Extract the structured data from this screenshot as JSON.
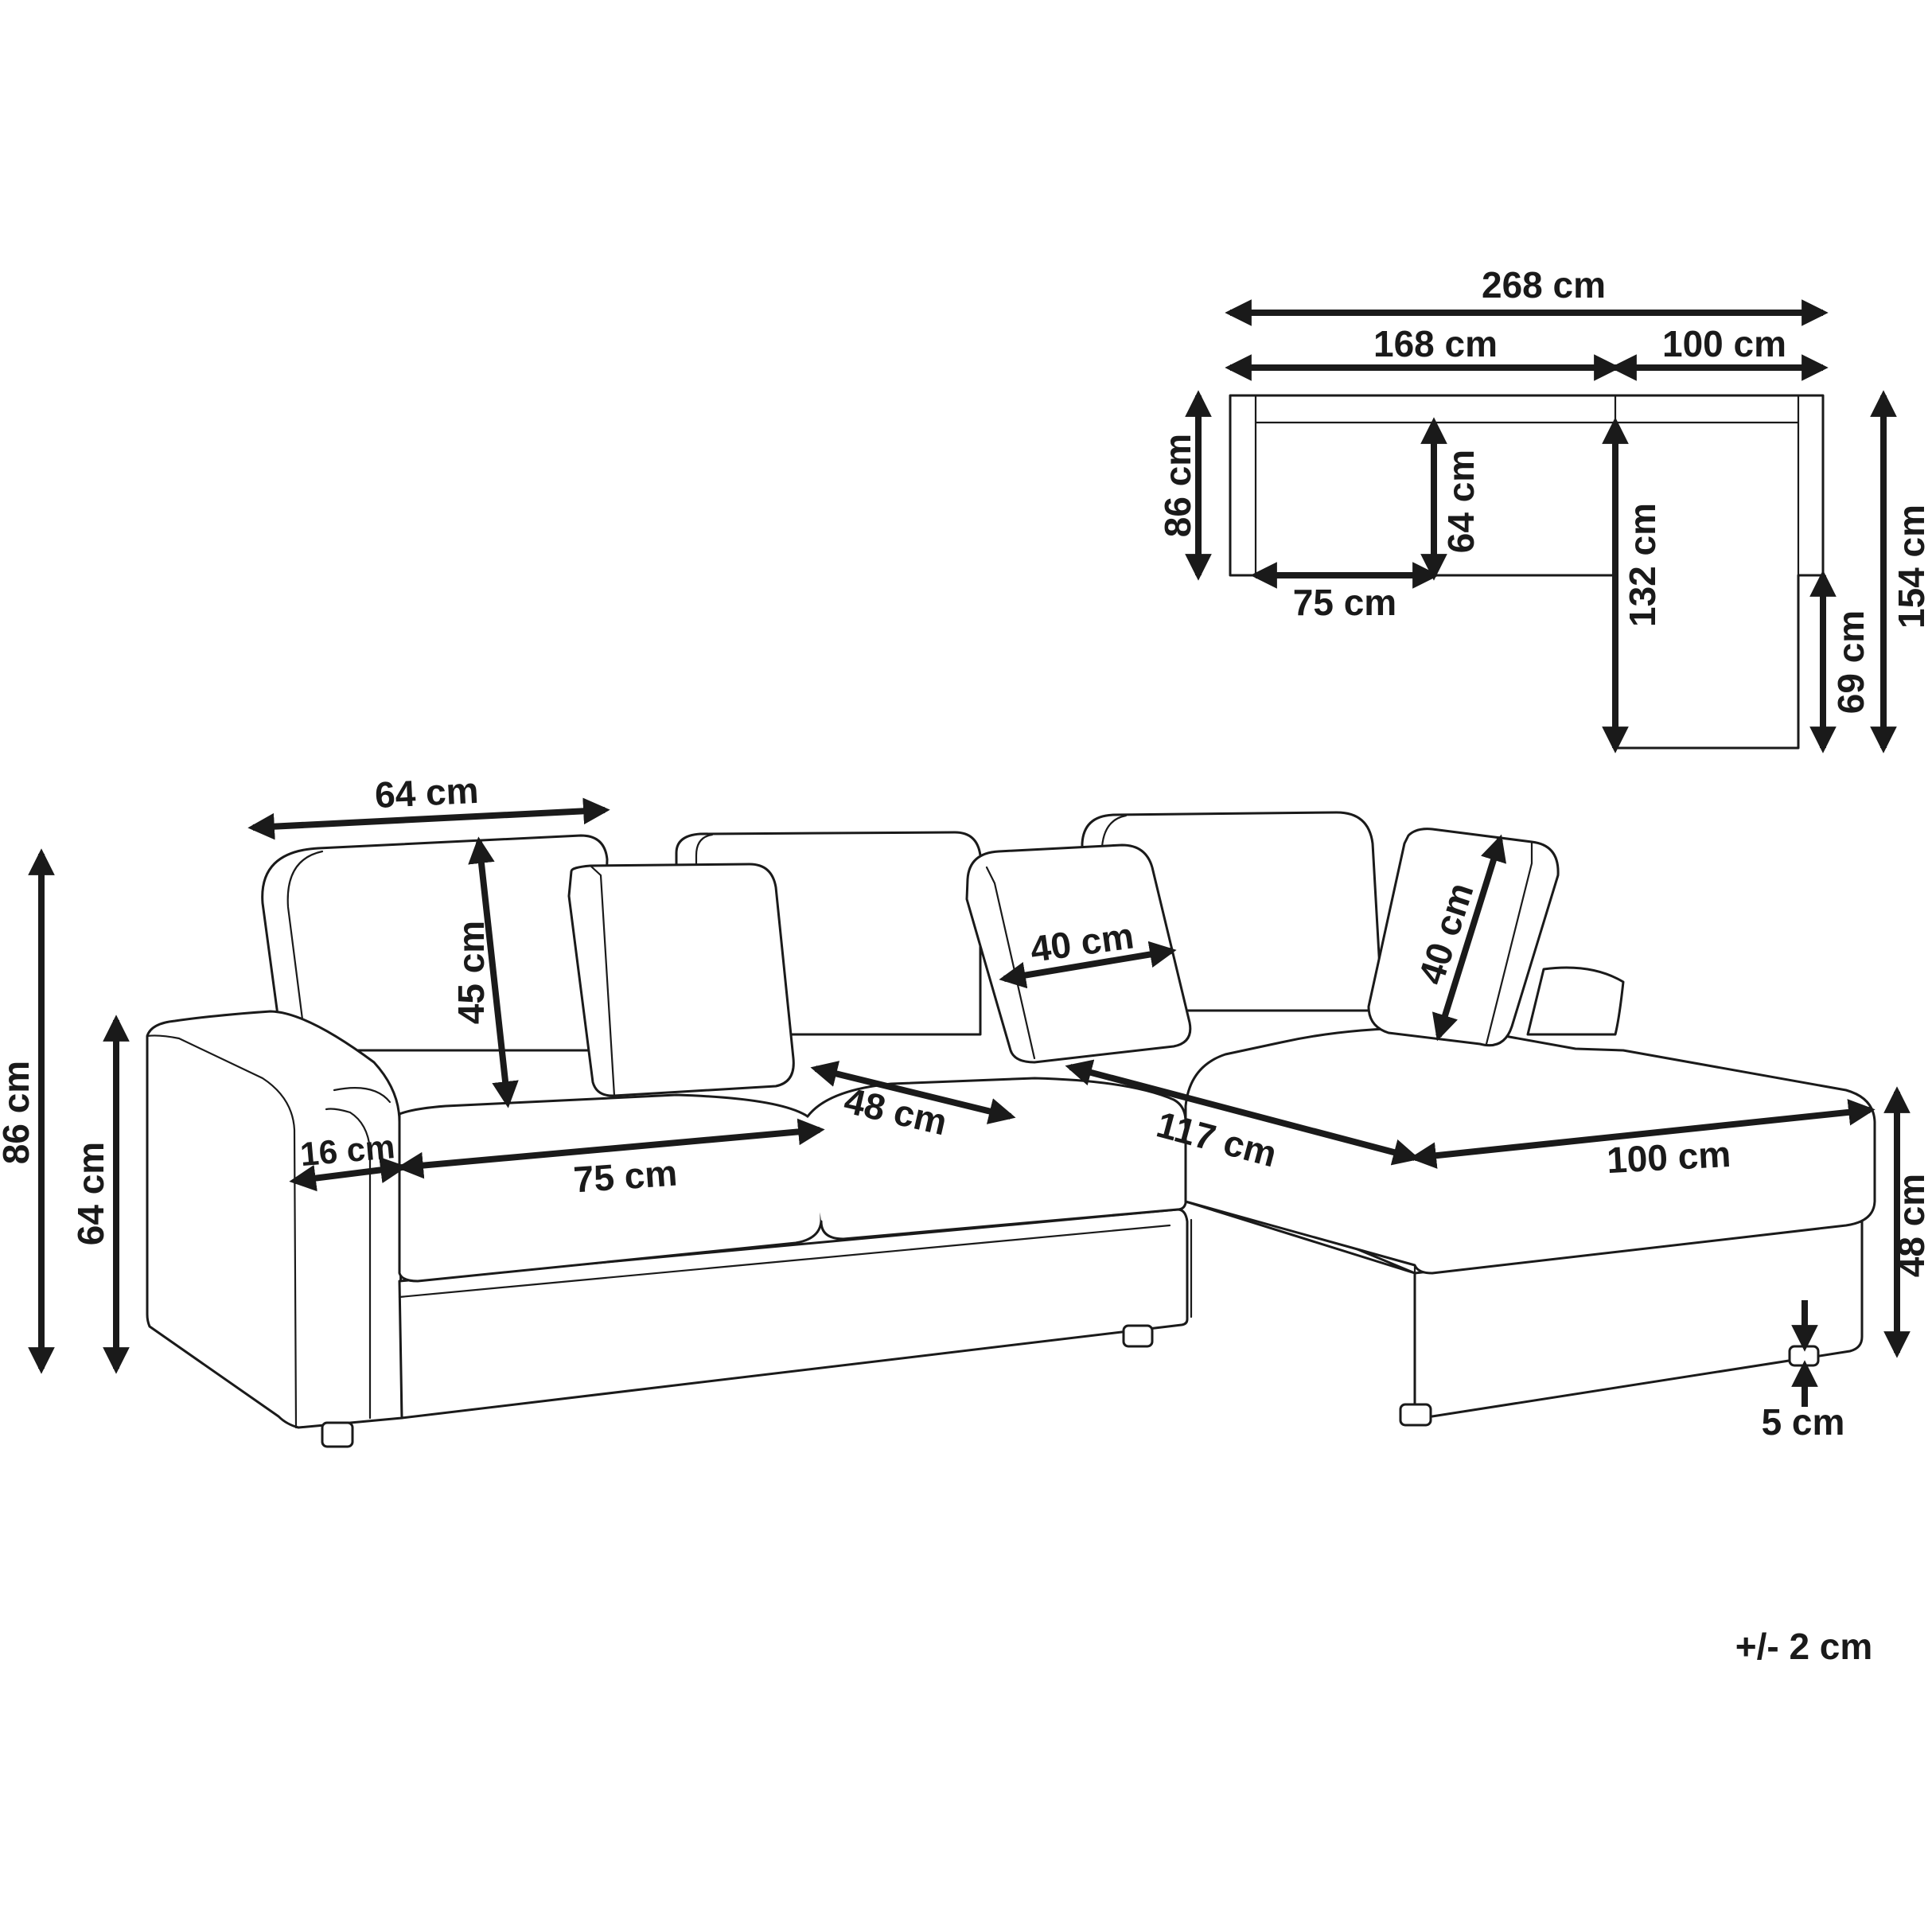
{
  "diagram": {
    "top_view": {
      "total_width": "268 cm",
      "main_width": "168 cm",
      "chaise_width": "100 cm",
      "main_depth": "86 cm",
      "seat_depth": "64 cm",
      "seat_width": "75 cm",
      "seat_to_front_depth": "132 cm",
      "chaise_total_depth": "154 cm",
      "chaise_extension": "69 cm"
    },
    "front_view": {
      "total_height": "86 cm",
      "armrest_height": "64 cm",
      "back_cushion_width": "64 cm",
      "back_cushion_height": "45 cm",
      "armrest_width": "16 cm",
      "seat_width": "75 cm",
      "seat_depth": "48 cm",
      "pillow_width": "40 cm",
      "pillow_height": "40 cm",
      "chaise_length": "117 cm",
      "chaise_width": "100 cm",
      "seat_height": "48 cm",
      "leg_height": "5 cm"
    },
    "tolerance": "+/- 2 cm"
  }
}
